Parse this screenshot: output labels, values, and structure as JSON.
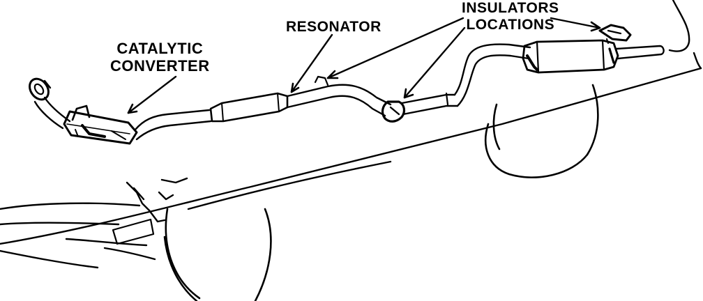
{
  "labels": {
    "catalytic_converter": {
      "line1": "CATALYTIC",
      "line2": "CONVERTER"
    },
    "resonator": "RESONATOR",
    "insulators_locations": {
      "line1": "INSULATORS",
      "line2": "LOCATIONS"
    }
  },
  "colors": {
    "ink": "#000000",
    "paper": "#ffffff"
  }
}
